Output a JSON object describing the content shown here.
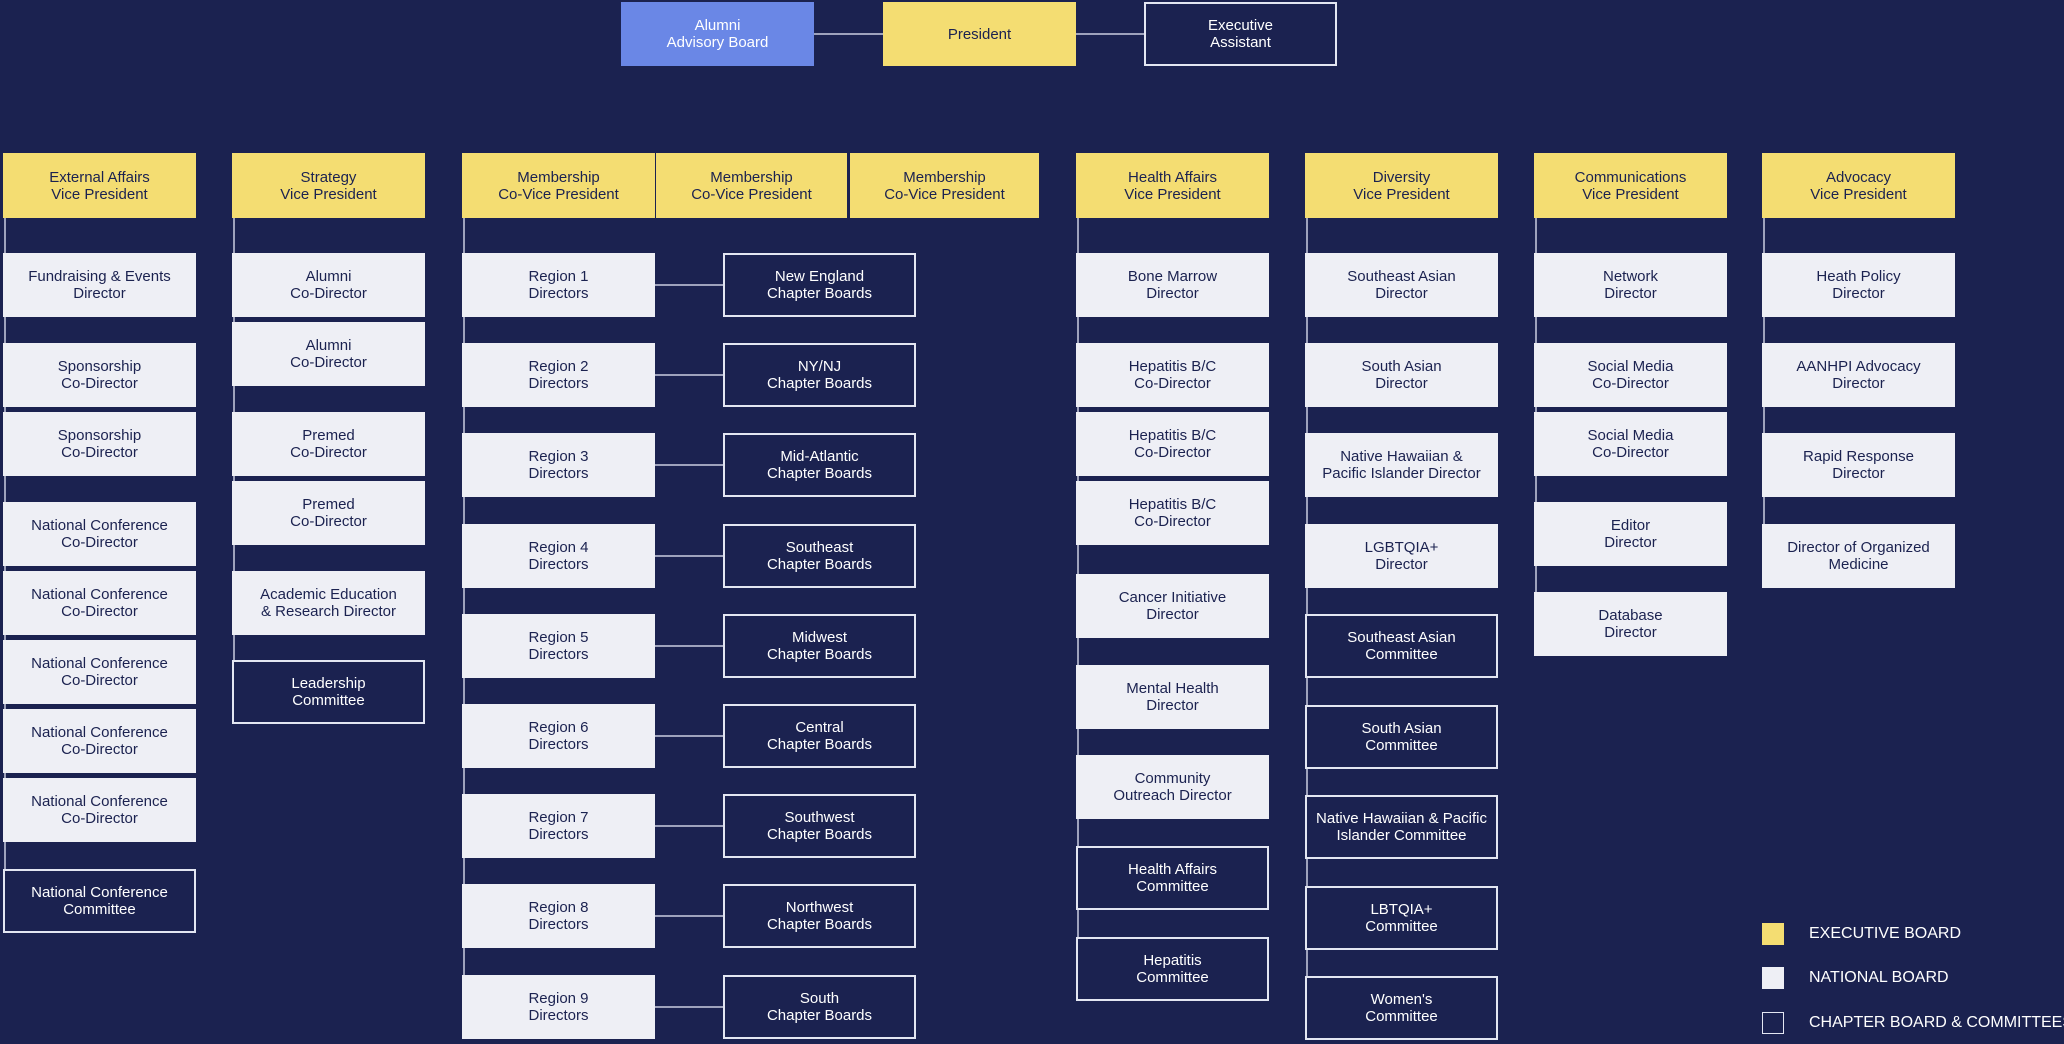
{
  "top": {
    "alumni": "Alumni\nAdvisory Board",
    "president": "President",
    "assistant": "Executive\nAssistant"
  },
  "columns": [
    {
      "head": "External Affairs\nVice President",
      "items": [
        {
          "t": "nat",
          "label": "Fundraising & Events\nDirector"
        },
        {
          "t": "nat",
          "label": "Sponsorship\nCo-Director"
        },
        {
          "t": "nat",
          "label": "Sponsorship\nCo-Director"
        },
        {
          "t": "nat",
          "label": "National Conference\nCo-Director"
        },
        {
          "t": "nat",
          "label": "National Conference\nCo-Director"
        },
        {
          "t": "nat",
          "label": "National Conference\nCo-Director"
        },
        {
          "t": "nat",
          "label": "National Conference\nCo-Director"
        },
        {
          "t": "nat",
          "label": "National Conference\nCo-Director"
        },
        {
          "t": "chap",
          "label": "National Conference\nCommittee"
        }
      ]
    },
    {
      "head": "Strategy\nVice President",
      "items": [
        {
          "t": "nat",
          "label": "Alumni\nCo-Director"
        },
        {
          "t": "nat",
          "label": "Alumni\nCo-Director"
        },
        {
          "t": "nat",
          "label": "Premed\nCo-Director"
        },
        {
          "t": "nat",
          "label": "Premed\nCo-Director"
        },
        {
          "t": "nat",
          "label": "Academic Education\n& Research Director"
        },
        {
          "t": "chap",
          "label": "Leadership\nCommittee"
        }
      ]
    },
    {
      "heads": [
        "Membership\nCo-Vice President",
        "Membership\nCo-Vice President",
        "Membership\nCo-Vice President"
      ],
      "regions": [
        {
          "label": "Region 1\nDirectors",
          "chapter": "New England\nChapter Boards"
        },
        {
          "label": "Region 2\nDirectors",
          "chapter": "NY/NJ\nChapter Boards"
        },
        {
          "label": "Region 3\nDirectors",
          "chapter": "Mid-Atlantic\nChapter Boards"
        },
        {
          "label": "Region 4\nDirectors",
          "chapter": "Southeast\nChapter Boards"
        },
        {
          "label": "Region 5\nDirectors",
          "chapter": "Midwest\nChapter Boards"
        },
        {
          "label": "Region 6\nDirectors",
          "chapter": "Central\nChapter Boards"
        },
        {
          "label": "Region 7\nDirectors",
          "chapter": "Southwest\nChapter Boards"
        },
        {
          "label": "Region 8\nDirectors",
          "chapter": "Northwest\nChapter Boards"
        },
        {
          "label": "Region 9\nDirectors",
          "chapter": "South\nChapter Boards"
        }
      ]
    },
    {
      "head": "Health Affairs\nVice President",
      "items": [
        {
          "t": "nat",
          "label": "Bone Marrow\nDirector"
        },
        {
          "t": "nat",
          "label": "Hepatitis B/C\nCo-Director"
        },
        {
          "t": "nat",
          "label": "Hepatitis B/C\nCo-Director"
        },
        {
          "t": "nat",
          "label": "Hepatitis B/C\nCo-Director"
        },
        {
          "t": "nat",
          "label": "Cancer Initiative\nDirector"
        },
        {
          "t": "nat",
          "label": "Mental Health\nDirector"
        },
        {
          "t": "nat",
          "label": "Community\nOutreach Director"
        },
        {
          "t": "chap",
          "label": "Health Affairs\nCommittee"
        },
        {
          "t": "chap",
          "label": "Hepatitis\nCommittee"
        }
      ]
    },
    {
      "head": "Diversity\nVice President",
      "items": [
        {
          "t": "nat",
          "label": "Southeast Asian\nDirector"
        },
        {
          "t": "nat",
          "label": "South Asian\nDirector"
        },
        {
          "t": "nat",
          "label": "Native Hawaiian &\nPacific Islander Director"
        },
        {
          "t": "nat",
          "label": "LGBTQIA+\nDirector"
        },
        {
          "t": "chap",
          "label": "Southeast Asian\nCommittee"
        },
        {
          "t": "chap",
          "label": "South Asian\nCommittee"
        },
        {
          "t": "chap",
          "label": "Native Hawaiian & Pacific\nIslander Committee"
        },
        {
          "t": "chap",
          "label": "LBTQIA+\nCommittee"
        },
        {
          "t": "chap",
          "label": "Women's\nCommittee"
        }
      ]
    },
    {
      "head": "Communications\nVice President",
      "items": [
        {
          "t": "nat",
          "label": "Network\nDirector"
        },
        {
          "t": "nat",
          "label": "Social Media\nCo-Director"
        },
        {
          "t": "nat",
          "label": "Social Media\nCo-Director"
        },
        {
          "t": "nat",
          "label": "Editor\nDirector"
        },
        {
          "t": "nat",
          "label": "Database\nDirector"
        }
      ]
    },
    {
      "head": "Advocacy\nVice President",
      "items": [
        {
          "t": "nat",
          "label": "Heath Policy\nDirector"
        },
        {
          "t": "nat",
          "label": "AANHPI Advocacy\nDirector"
        },
        {
          "t": "nat",
          "label": "Rapid Response\nDirector"
        },
        {
          "t": "nat",
          "label": "Director of Organized\nMedicine"
        }
      ]
    }
  ],
  "legend": [
    {
      "kind": "exec",
      "label": "EXECUTIVE BOARD"
    },
    {
      "kind": "nat",
      "label": "NATIONAL BOARD"
    },
    {
      "kind": "chap",
      "label": "CHAPTER BOARD & COMMITTEES"
    }
  ],
  "colors": {
    "background": "#1b2250",
    "executive": "#f4dd72",
    "national": "#eeeff5",
    "chapter_border": "#e3e6f2",
    "alumni": "#6a87e6",
    "line": "#c9cde0"
  }
}
